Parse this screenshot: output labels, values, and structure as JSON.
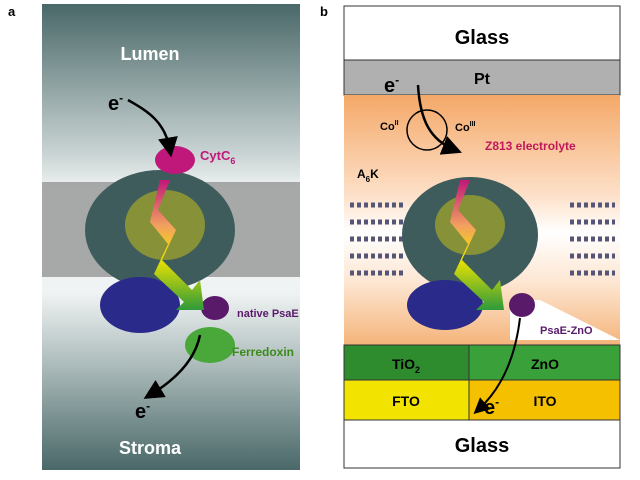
{
  "panel_a": {
    "letter": "a",
    "top_label": "Lumen",
    "bottom_label": "Stroma",
    "electron_in": "e",
    "electron_out": "e",
    "electron_sup": "-",
    "cytc6": "CytC",
    "cytc6_sub": "6",
    "psae": "native PsaE",
    "ferredoxin": "Ferredoxin"
  },
  "panel_b": {
    "letter": "b",
    "glass_top": "Glass",
    "pt": "Pt",
    "electron_in": "e",
    "electron_out": "e",
    "electron_sup": "-",
    "co_ii": "Co",
    "co_ii_sup": "II",
    "co_iii": "Co",
    "co_iii_sup": "III",
    "electrolyte": "Z813 electrolyte",
    "a6k": "A",
    "a6k_sub": "6",
    "a6k_k": "K",
    "psae_zno": "PsaE-ZnO",
    "tio2": "TiO",
    "tio2_sub": "2",
    "zno": "ZnO",
    "fto": "FTO",
    "ito": "ITO",
    "glass_bottom": "Glass"
  },
  "colors": {
    "cytc6": "#c0187a",
    "psae": "#5a1a6a",
    "ferredoxin": "#3a8a1a",
    "electrolyte": "#c0185a",
    "tio2": "#2e8b2e",
    "zno": "#3aa03a",
    "fto": "#f2e400",
    "ito": "#f4c000",
    "pt": "#b0b0b0"
  }
}
